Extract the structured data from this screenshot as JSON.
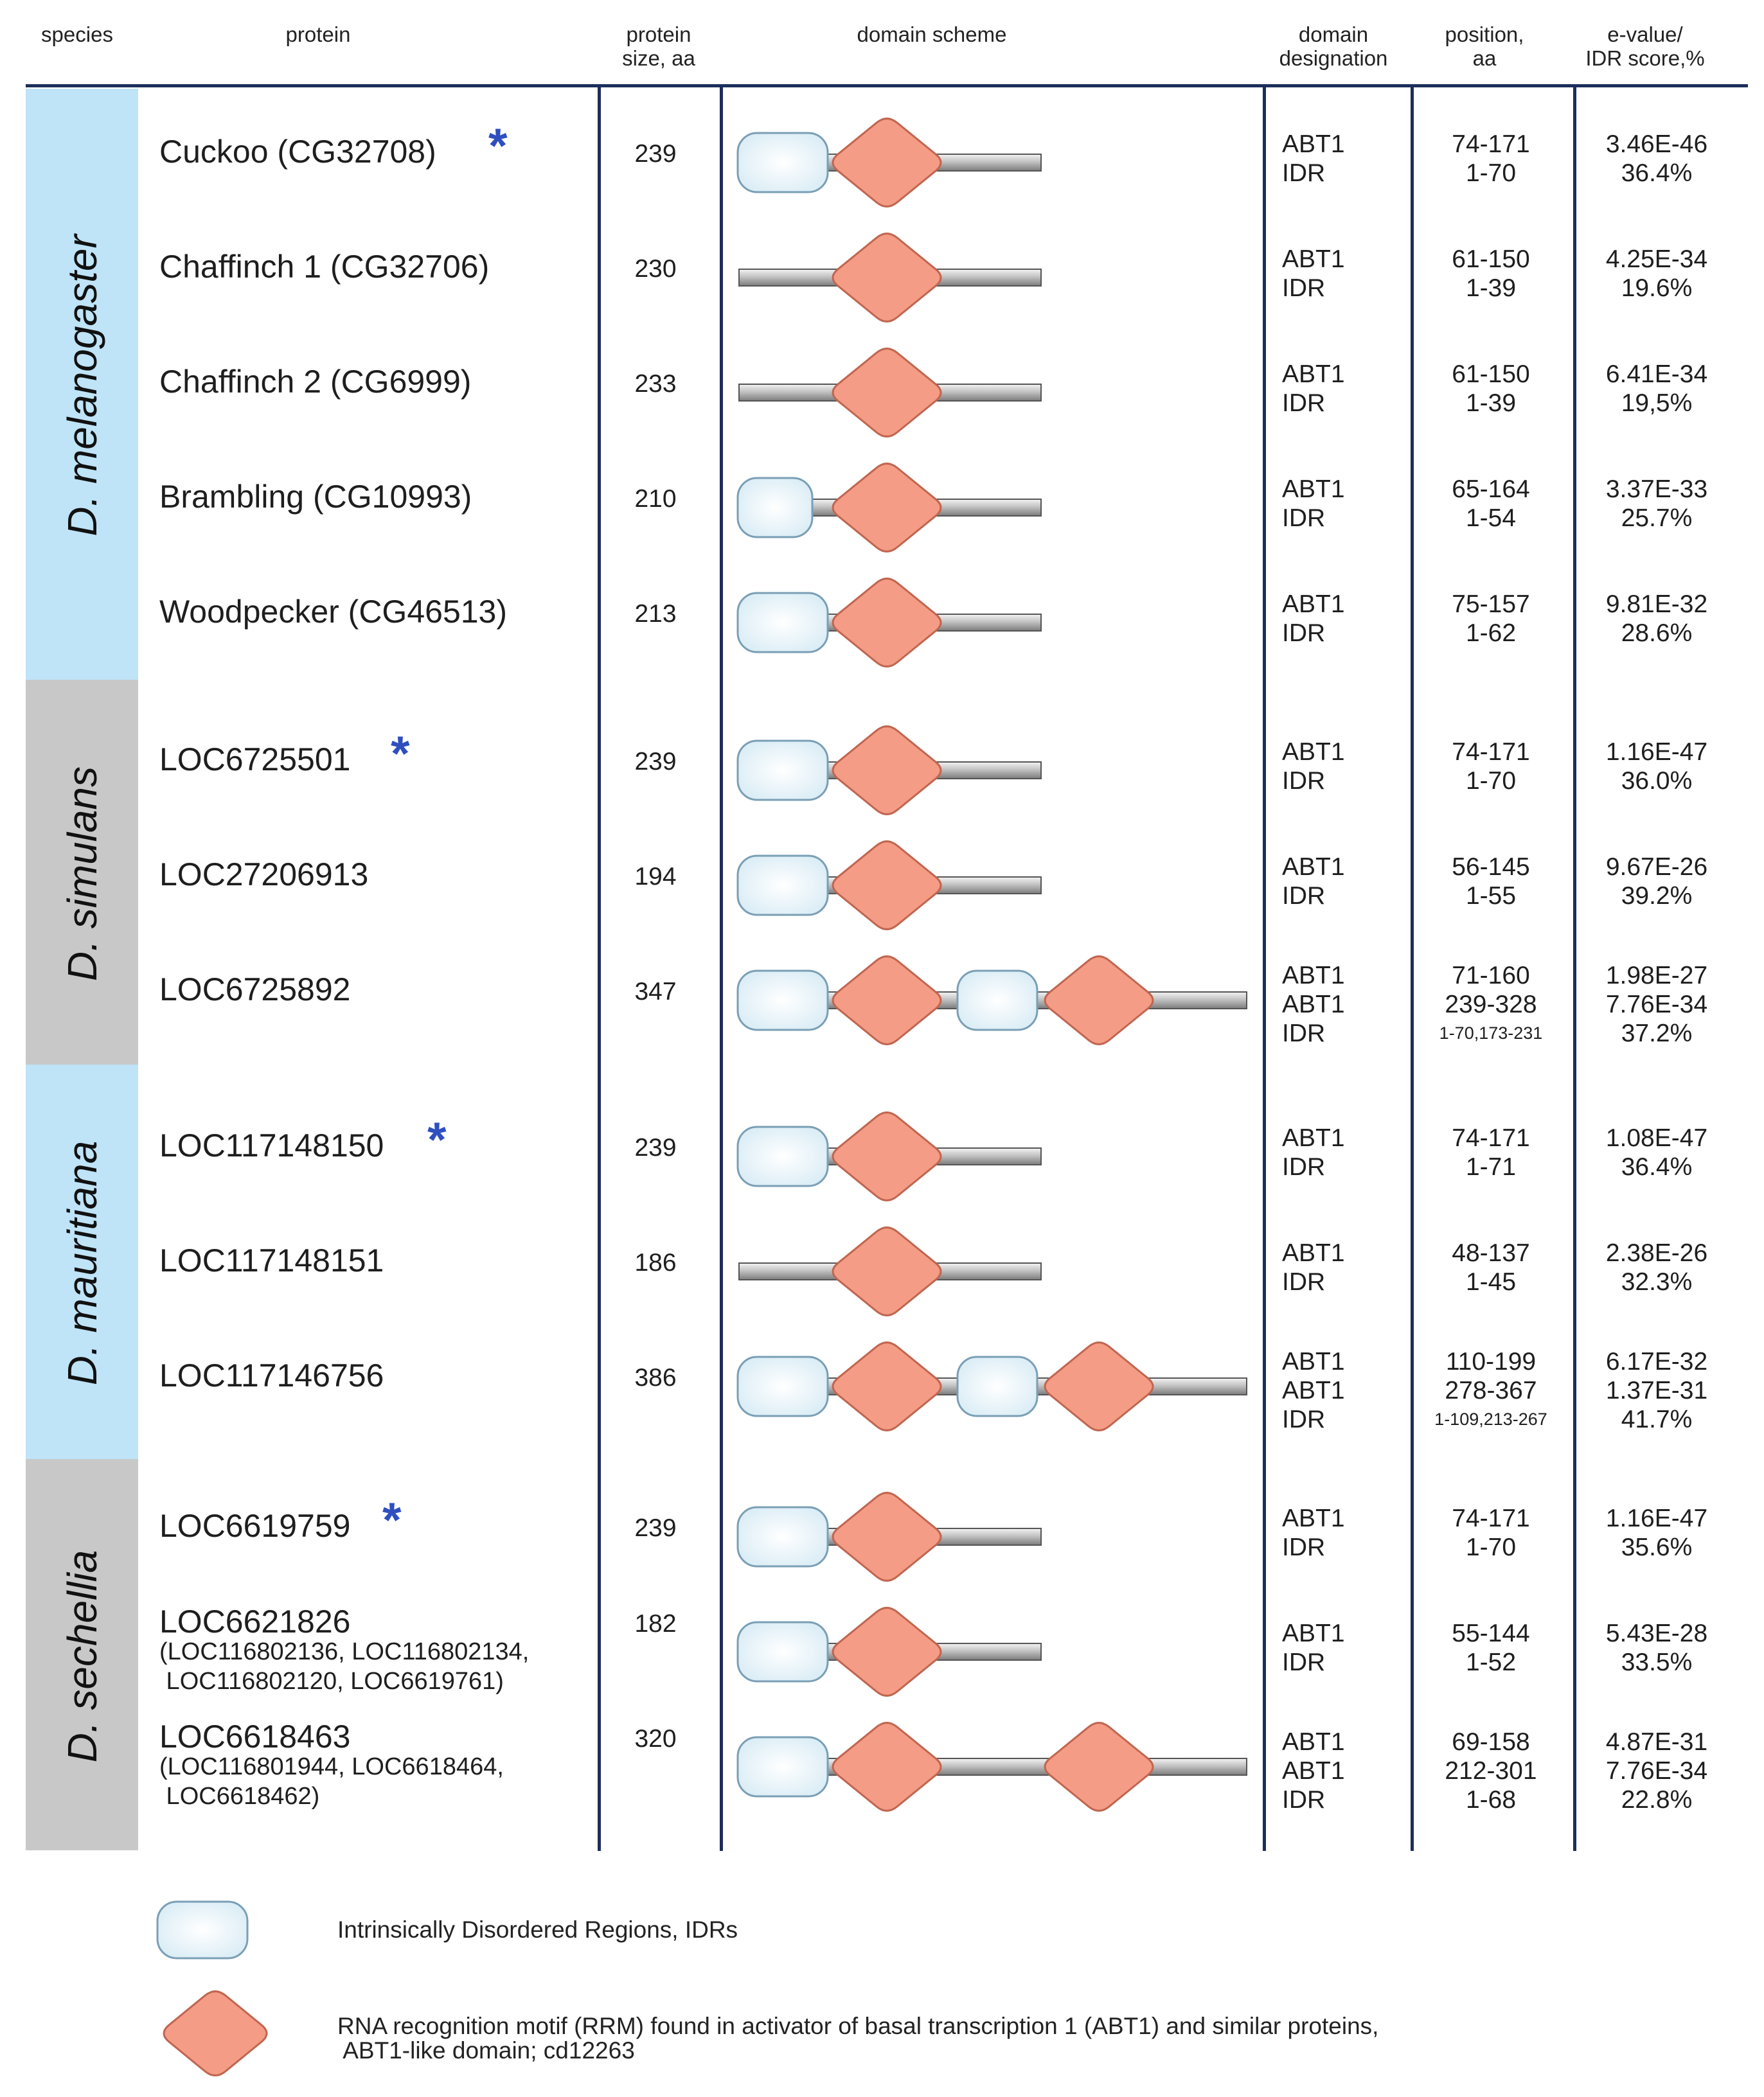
{
  "headers": {
    "species": "species",
    "protein": "protein",
    "size": [
      "protein",
      "size, aa"
    ],
    "scheme": "domain scheme",
    "designation": [
      "domain",
      "designation"
    ],
    "position": [
      "position,",
      "aa"
    ],
    "evalue": [
      "e-value/",
      "IDR score,%"
    ]
  },
  "colors": {
    "idr_fill": "#d9ecf5",
    "rrm_fill": "#f59c86",
    "band_blue": "#bfe3f7",
    "band_gray": "#c8c8c8",
    "rule": "#1c2e5a",
    "star": "#2f4fbf"
  },
  "species": [
    {
      "name": "D. melanogaster",
      "shade": "blue"
    },
    {
      "name": "D. simulans",
      "shade": "gray"
    },
    {
      "name": "D. mauritiana",
      "shade": "blue"
    },
    {
      "name": "D. sechellia",
      "shade": "gray"
    }
  ],
  "rows": [
    {
      "species": 0,
      "name": "Cuckoo (CG32708)",
      "star": true,
      "size": "239",
      "scheme": "idr-rrm",
      "designation": [
        "ABT1",
        "IDR"
      ],
      "position": [
        "74-171",
        "1-70"
      ],
      "value": [
        "3.46E-46",
        "36.4%"
      ]
    },
    {
      "species": 0,
      "name": "Chaffinch 1 (CG32706)",
      "star": false,
      "size": "230",
      "scheme": "rrm",
      "designation": [
        "ABT1",
        "IDR"
      ],
      "position": [
        "61-150",
        "1-39"
      ],
      "value": [
        "4.25E-34",
        "19.6%"
      ]
    },
    {
      "species": 0,
      "name": "Chaffinch 2 (CG6999)",
      "star": false,
      "size": "233",
      "scheme": "rrm",
      "designation": [
        "ABT1",
        "IDR"
      ],
      "position": [
        "61-150",
        "1-39"
      ],
      "value": [
        "6.41E-34",
        "19,5%"
      ]
    },
    {
      "species": 0,
      "name": "Brambling (CG10993)",
      "star": false,
      "size": "210",
      "scheme": "idr-rrm-small",
      "designation": [
        "ABT1",
        "IDR"
      ],
      "position": [
        "65-164",
        "1-54"
      ],
      "value": [
        "3.37E-33",
        "25.7%"
      ]
    },
    {
      "species": 0,
      "name": "Woodpecker (CG46513)",
      "star": false,
      "size": "213",
      "scheme": "idr-rrm",
      "designation": [
        "ABT1",
        "IDR"
      ],
      "position": [
        "75-157",
        "1-62"
      ],
      "value": [
        "9.81E-32",
        "28.6%"
      ]
    },
    {
      "species": 1,
      "name": "LOC6725501",
      "star": true,
      "size": "239",
      "scheme": "idr-rrm",
      "designation": [
        "ABT1",
        "IDR"
      ],
      "position": [
        "74-171",
        "1-70"
      ],
      "value": [
        "1.16E-47",
        "36.0%"
      ]
    },
    {
      "species": 1,
      "name": "LOC27206913",
      "star": false,
      "size": "194",
      "scheme": "idr-rrm",
      "designation": [
        "ABT1",
        "IDR"
      ],
      "position": [
        "56-145",
        "1-55"
      ],
      "value": [
        "9.67E-26",
        "39.2%"
      ]
    },
    {
      "species": 1,
      "name": "LOC6725892",
      "star": false,
      "size": "347",
      "scheme": "idr-rrm-idr-rrm",
      "designation": [
        "ABT1",
        "ABT1",
        "IDR"
      ],
      "position": [
        "71-160",
        "239-328",
        "1-70,173-231"
      ],
      "value": [
        "1.98E-27",
        "7.76E-34",
        "37.2%"
      ]
    },
    {
      "species": 2,
      "name": "LOC117148150",
      "star": true,
      "size": "239",
      "scheme": "idr-rrm",
      "designation": [
        "ABT1",
        "IDR"
      ],
      "position": [
        "74-171",
        "1-71"
      ],
      "value": [
        "1.08E-47",
        "36.4%"
      ]
    },
    {
      "species": 2,
      "name": "LOC117148151",
      "star": false,
      "size": "186",
      "scheme": "rrm",
      "designation": [
        "ABT1",
        "IDR"
      ],
      "position": [
        "48-137",
        "1-45"
      ],
      "value": [
        "2.38E-26",
        "32.3%"
      ]
    },
    {
      "species": 2,
      "name": "LOC117146756",
      "star": false,
      "size": "386",
      "scheme": "idr-rrm-idr-rrm",
      "designation": [
        "ABT1",
        "ABT1",
        "IDR"
      ],
      "position": [
        "110-199",
        "278-367",
        "1-109,213-267"
      ],
      "value": [
        "6.17E-32",
        "1.37E-31",
        "41.7%"
      ]
    },
    {
      "species": 3,
      "name": "LOC6619759",
      "star": true,
      "size": "239",
      "scheme": "idr-rrm",
      "designation": [
        "ABT1",
        "IDR"
      ],
      "position": [
        "74-171",
        "1-70"
      ],
      "value": [
        "1.16E-47",
        "35.6%"
      ]
    },
    {
      "species": 3,
      "name": "LOC6621826",
      "alias": "(LOC116802136, LOC116802134,\n LOC116802120, LOC6619761)",
      "star": false,
      "size": "182",
      "scheme": "idr-rrm",
      "designation": [
        "ABT1",
        "IDR"
      ],
      "position": [
        "55-144",
        "1-52"
      ],
      "value": [
        "5.43E-28",
        "33.5%"
      ]
    },
    {
      "species": 3,
      "name": "LOC6618463",
      "alias": "(LOC116801944, LOC6618464,\n LOC6618462)",
      "star": false,
      "size": "320",
      "scheme": "idr-rrm-rrm",
      "designation": [
        "ABT1",
        "ABT1",
        "IDR"
      ],
      "position": [
        "69-158",
        "212-301",
        "1-68"
      ],
      "value": [
        "4.87E-31",
        "7.76E-34",
        "22.8%"
      ]
    }
  ],
  "legend": {
    "idr": "Intrinsically Disordered Regions, IDRs",
    "rrm": "RNA recognition motif (RRM) found in activator of basal transcription 1 (ABT1) and similar proteins,\n ABT1-like domain; cd12263"
  }
}
